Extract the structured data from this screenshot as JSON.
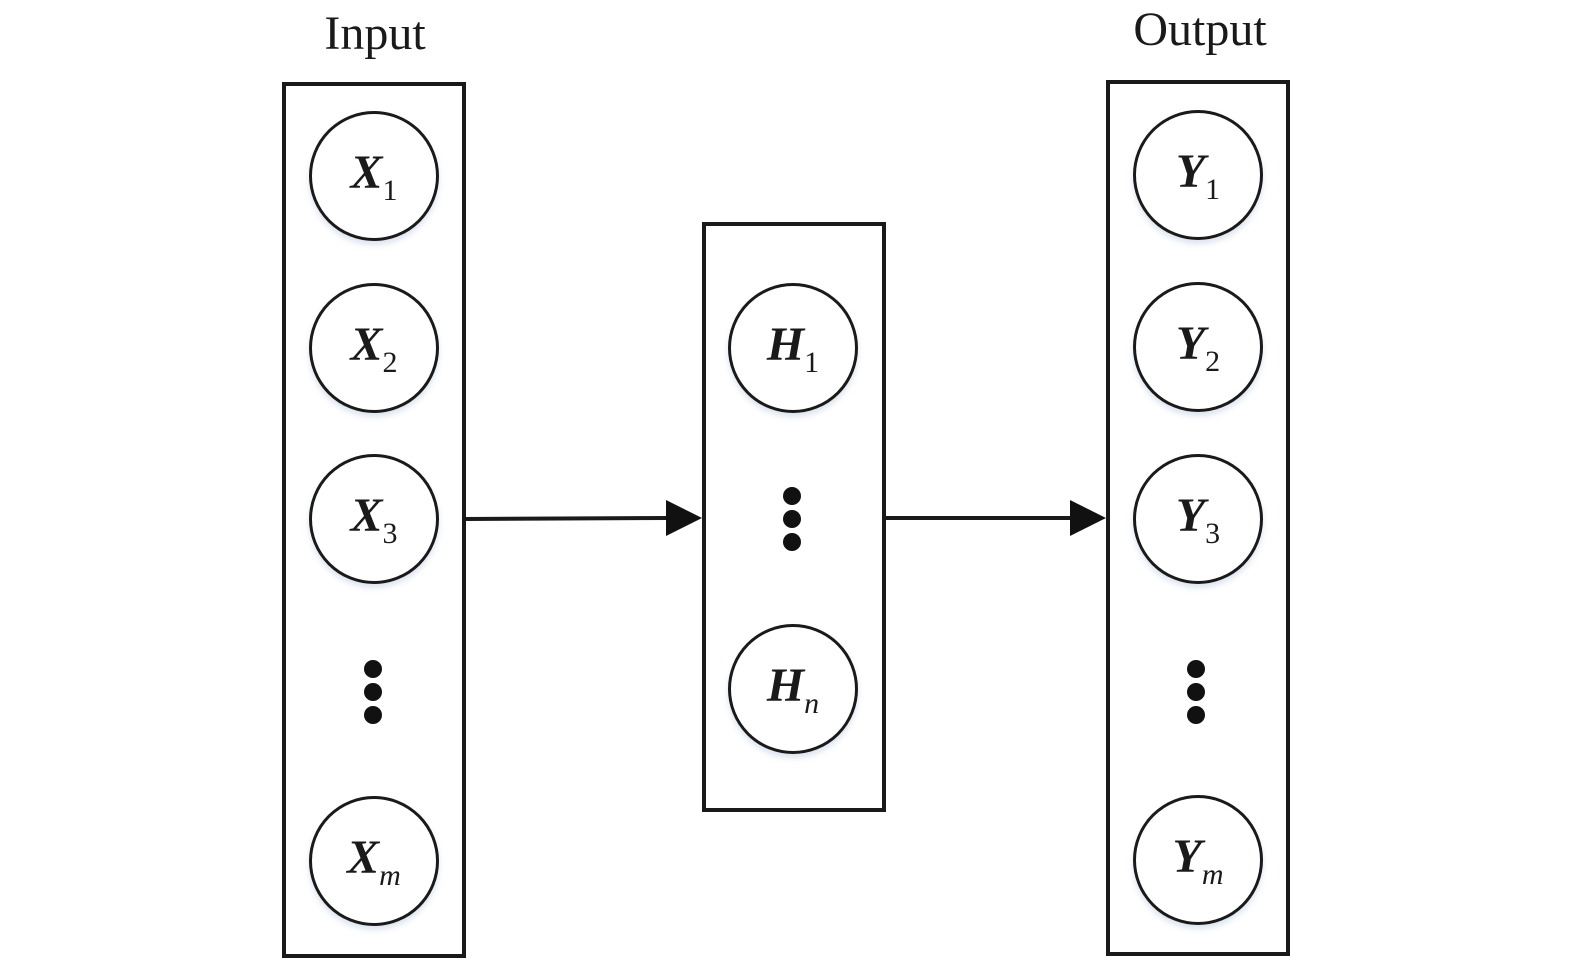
{
  "input_layer": {
    "title": "Input",
    "nodes": [
      {
        "symbol": "X",
        "subscript": "1",
        "italic_sub": false
      },
      {
        "symbol": "X",
        "subscript": "2",
        "italic_sub": false
      },
      {
        "symbol": "X",
        "subscript": "3",
        "italic_sub": false
      },
      {
        "symbol": "X",
        "subscript": "m",
        "italic_sub": true
      }
    ]
  },
  "hidden_layer": {
    "nodes": [
      {
        "symbol": "H",
        "subscript": "1",
        "italic_sub": false
      },
      {
        "symbol": "H",
        "subscript": "n",
        "italic_sub": true
      }
    ]
  },
  "output_layer": {
    "title": "Output",
    "nodes": [
      {
        "symbol": "Y",
        "subscript": "1",
        "italic_sub": false
      },
      {
        "symbol": "Y",
        "subscript": "2",
        "italic_sub": false
      },
      {
        "symbol": "Y",
        "subscript": "3",
        "italic_sub": false
      },
      {
        "symbol": "Y",
        "subscript": "m",
        "italic_sub": true
      }
    ]
  },
  "colors": {
    "stroke": "#1a1a1a",
    "node_shadow": "#9fb4d0"
  }
}
